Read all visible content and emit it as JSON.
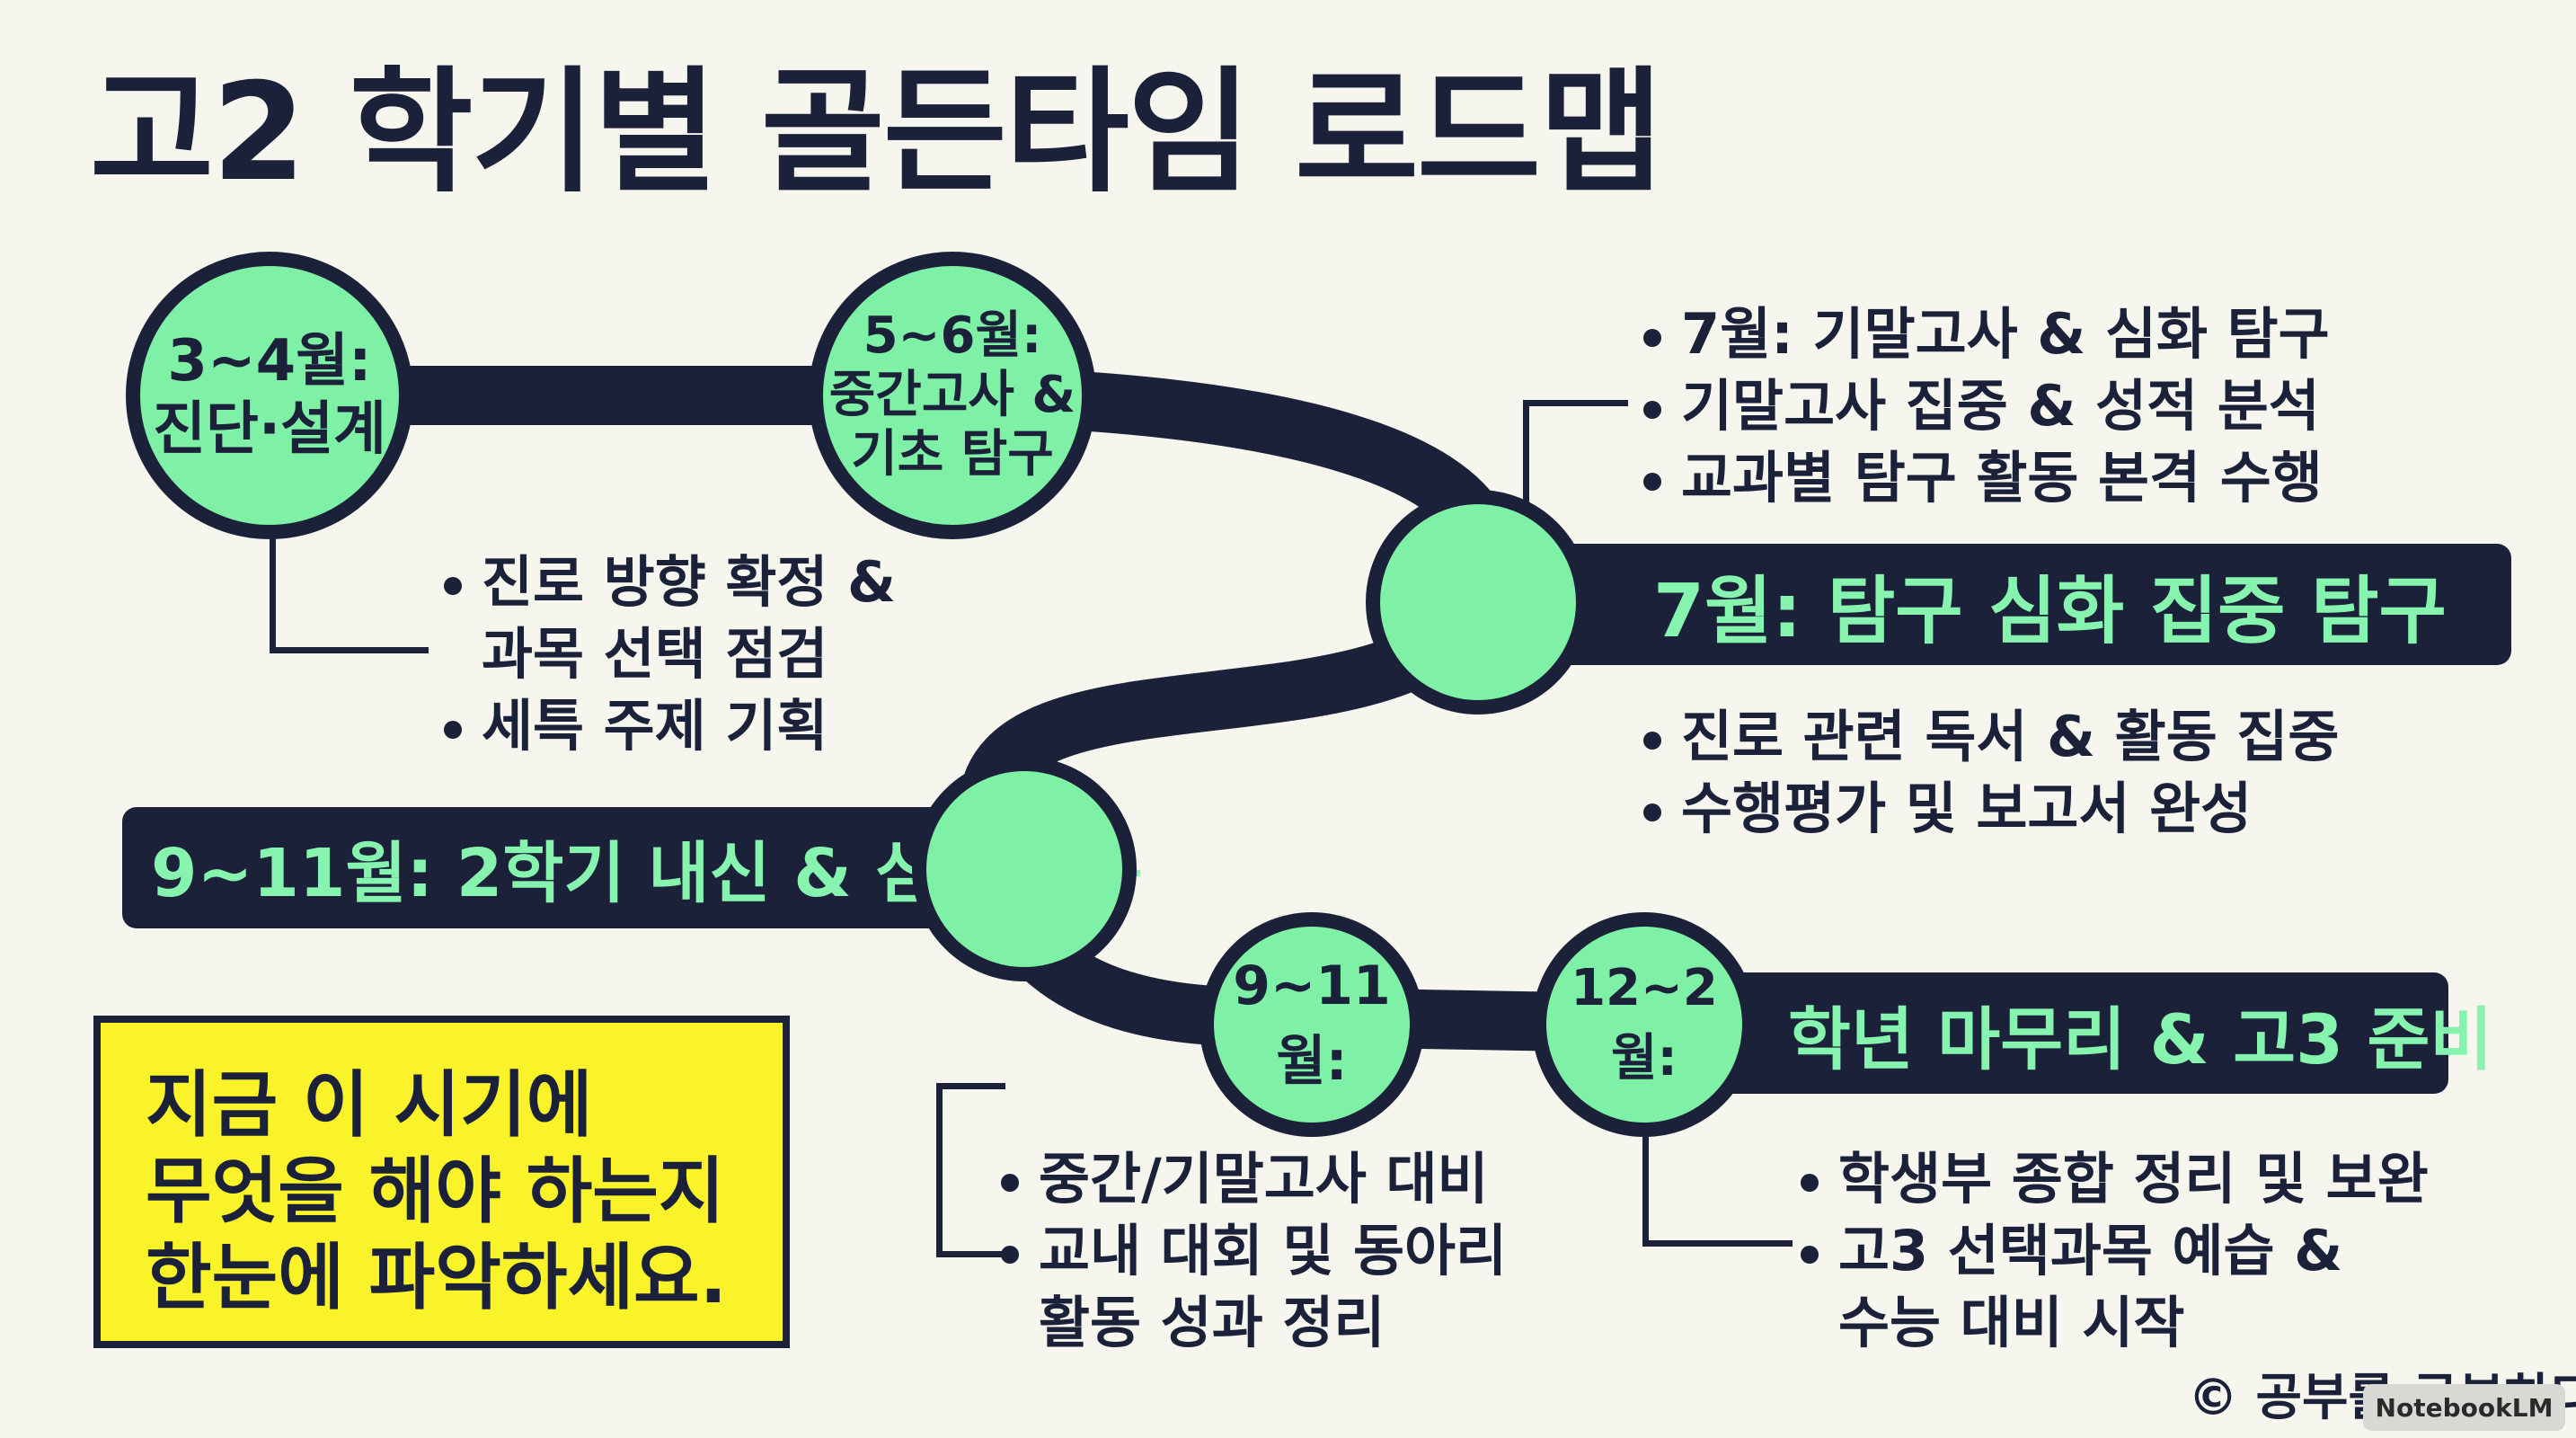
{
  "title": "고2 학기별 골든타임 로드맵",
  "colors": {
    "navy": "#1b2138",
    "green": "#7ff1a7",
    "yellow": "#fbf32a",
    "background": "#f6f6ef"
  },
  "nodes": [
    {
      "id": "mar-apr",
      "label": "3~4월:\n진단·설계"
    },
    {
      "id": "may-jun",
      "label": "5~6월:\n중간고사 &\n기초 탐구"
    },
    {
      "id": "jul",
      "label": ""
    },
    {
      "id": "sep-nov-mid",
      "label": ""
    },
    {
      "id": "sep-nov",
      "label": "9~11월:"
    },
    {
      "id": "dec-feb",
      "label": "12~2월:"
    }
  ],
  "banners": {
    "july": "7월: 탐구 심화  집중 탐구",
    "fall": "9~11월: 2학기 내신 & 심화 활동",
    "winter": "학년 마무리 & 고3 준비"
  },
  "bullets": {
    "mar_apr": [
      "진로 방향 확정 &\n과목 선택 점검",
      "세특 주제 기획"
    ],
    "july_top": [
      "7월: 기말고사 & 심화 탐구",
      "기말고사 집중 & 성적 분석",
      "교과별 탐구 활동 본격 수행"
    ],
    "july_bottom": [
      "진로 관련 독서 & 활동 집중",
      "수행평가 및 보고서 완성"
    ],
    "sep_nov": [
      "중간/기말고사 대비",
      "교내 대회 및 동아리\n활동 성과 정리"
    ],
    "dec_feb": [
      "학생부 종합 정리 및 보완",
      "고3 선택과목 예습 &\n수능 대비 시작"
    ]
  },
  "callout": [
    "지금 이 시기에",
    "무엇을 해야 하는지",
    "한눈에 파악하세요."
  ],
  "copyright": "© 공부를 공부하다",
  "watermark": "NotebookLM"
}
